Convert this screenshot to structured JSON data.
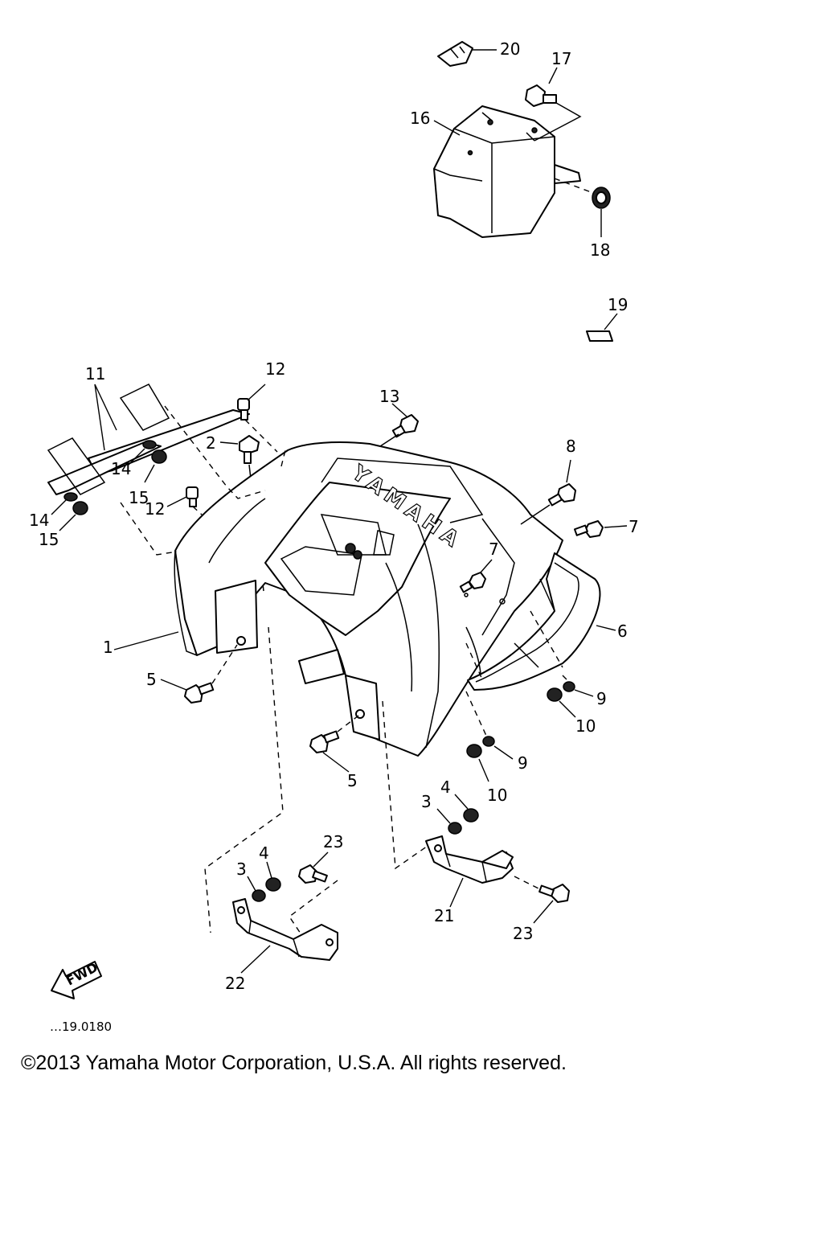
{
  "diagram": {
    "logo_text": "YAMAHA",
    "fwd_label": "FWD",
    "drawing_code": "…19.0180",
    "labels": {
      "p1": "1",
      "p2": "2",
      "p3a": "3",
      "p3b": "3",
      "p4a": "4",
      "p4b": "4",
      "p5a": "5",
      "p5b": "5",
      "p6": "6",
      "p7a": "7",
      "p7b": "7",
      "p8": "8",
      "p9a": "9",
      "p9b": "9",
      "p10a": "10",
      "p10b": "10",
      "p11": "11",
      "p12a": "12",
      "p12b": "12",
      "p13": "13",
      "p14a": "14",
      "p14b": "14",
      "p15a": "15",
      "p15b": "15",
      "p16": "16",
      "p17": "17",
      "p18": "18",
      "p19": "19",
      "p20": "20",
      "p21": "21",
      "p22": "22",
      "p23a": "23",
      "p23b": "23"
    }
  },
  "footer": {
    "copyright": "©2013 Yamaha Motor Corporation, U.S.A. All rights reserved."
  }
}
